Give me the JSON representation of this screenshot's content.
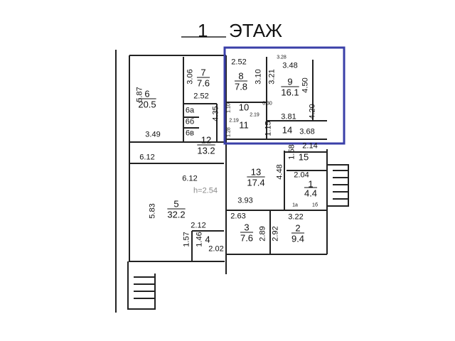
{
  "title": {
    "floor_number": "1",
    "floor_word": "ЭТАЖ"
  },
  "highlight_color": "#3a3fa8",
  "rooms": {
    "r6": {
      "num": "6",
      "area": "20.5"
    },
    "r7": {
      "num": "7",
      "area": "7.6"
    },
    "r6a": {
      "num": "6а"
    },
    "r6b": {
      "num": "6б"
    },
    "r6v": {
      "num": "6в"
    },
    "r12": {
      "num": "12",
      "area": "13.2"
    },
    "r8": {
      "num": "8",
      "area": "7.8"
    },
    "r9": {
      "num": "9",
      "area": "16.1"
    },
    "r10": {
      "num": "10"
    },
    "r11": {
      "num": "11"
    },
    "r14": {
      "num": "14"
    },
    "r15": {
      "num": "15"
    },
    "r13": {
      "num": "13",
      "area": "17.4"
    },
    "r1": {
      "num": "1",
      "area": "4.4"
    },
    "r1a": {
      "num": "1а"
    },
    "r1b": {
      "num": "1б"
    },
    "r5": {
      "num": "5",
      "area": "32.2"
    },
    "r4": {
      "num": "4"
    },
    "r3": {
      "num": "3",
      "area": "7.6"
    },
    "r2": {
      "num": "2",
      "area": "9.4"
    }
  },
  "dims": {
    "d587": "5.87",
    "d349": "3.49",
    "d306": "3.06",
    "d252a": "2.52",
    "d435": "4.35",
    "d252b": "2.52",
    "d310": "3.10",
    "d321": "3.21",
    "d348": "3.48",
    "d328": "3.28",
    "d450": "4.50",
    "d420": "4.20",
    "d381": "3.81",
    "d368": "3.68",
    "d115": "1.15",
    "d110": "1.10",
    "d219a": "2.19",
    "d219b": "2.19",
    "d128": "1.28",
    "d030": "0.30",
    "d612a": "6.12",
    "d158": "1.58",
    "d214": "2.14",
    "d448": "4.48",
    "d393": "3.93",
    "d204": "2.04",
    "d612b": "6.12",
    "d583": "5.83",
    "h": "h=2.54",
    "d212": "2.12",
    "d157": "1.57",
    "d146": "1.46",
    "d202": "2.02",
    "d263": "2.63",
    "d289": "2.89",
    "d292": "2.92",
    "d322": "3.22"
  }
}
